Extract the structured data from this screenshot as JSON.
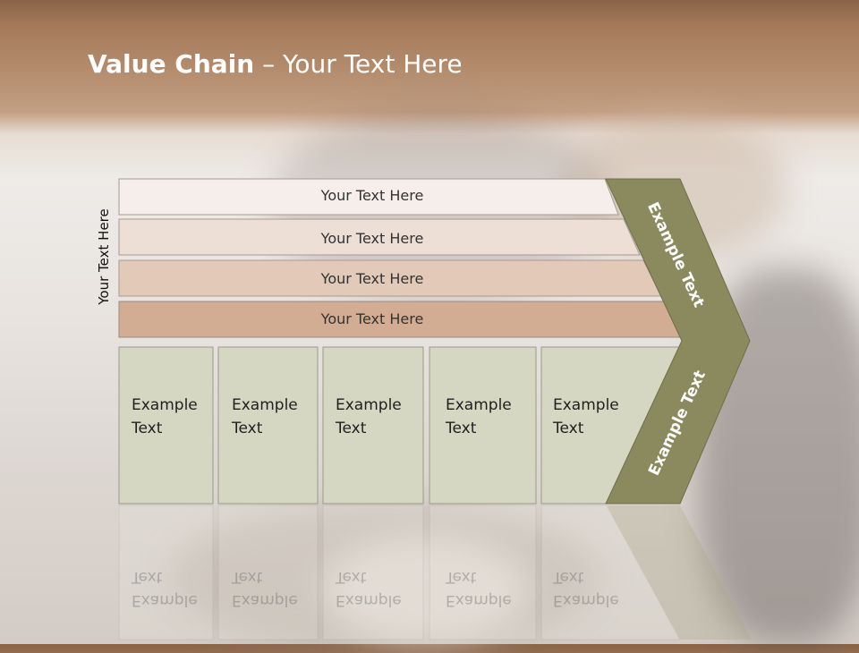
{
  "slide": {
    "title_bold": "Value Chain",
    "title_rest": " – Your Text Here",
    "side_label": "Your Text Here"
  },
  "rows": [
    {
      "label": "Your Text Here",
      "fill": "#f5eeea"
    },
    {
      "label": "Your Text Here",
      "fill": "#eedfd6"
    },
    {
      "label": "Your Text Here",
      "fill": "#e3c9b8"
    },
    {
      "label": "Your Text Here",
      "fill": "#d3ad93"
    }
  ],
  "boxes": [
    {
      "line1": "Example",
      "line2": "Text"
    },
    {
      "line1": "Example",
      "line2": "Text"
    },
    {
      "line1": "Example",
      "line2": "Text"
    },
    {
      "line1": "Example",
      "line2": "Text"
    },
    {
      "line1": "Example",
      "line2": "Text"
    }
  ],
  "arrow": {
    "upper_label": "Example Text",
    "lower_label": "Example Text",
    "fill": "#8a8a5e"
  },
  "colors": {
    "box_fill": "#d6d7c3",
    "box_stroke": "#9a9a88"
  }
}
